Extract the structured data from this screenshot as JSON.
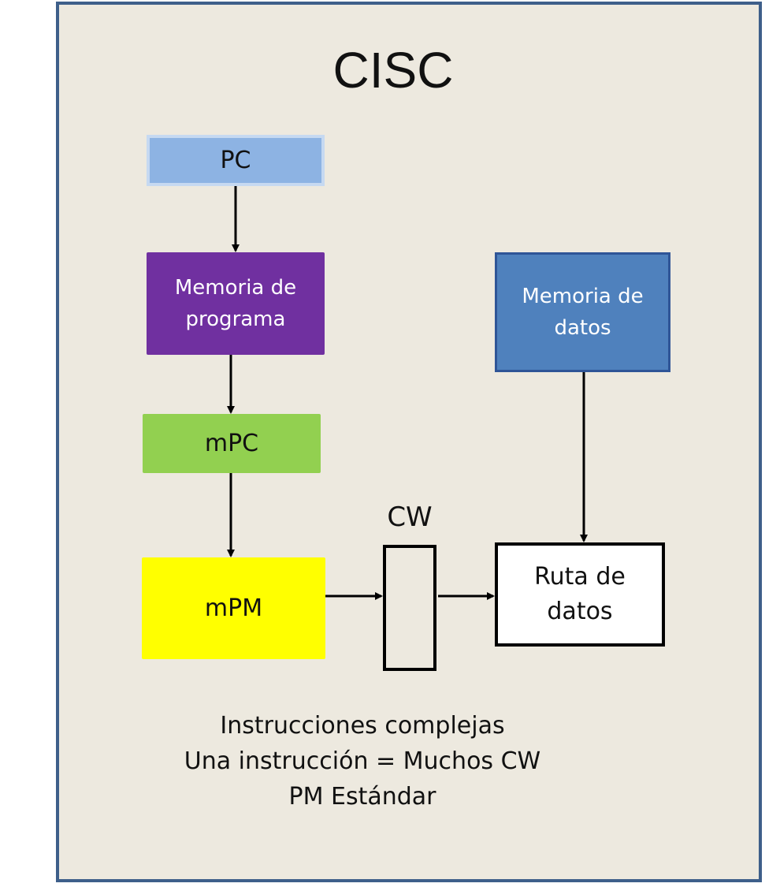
{
  "title": "CISC",
  "blocks": {
    "pc": "PC",
    "program_memory": [
      "Memoria de",
      "programa"
    ],
    "mpc": "mPC",
    "mpm": "mPM",
    "data_memory": [
      "Memoria de",
      "datos"
    ],
    "cw": "CW",
    "datapath": [
      "Ruta de",
      "datos"
    ]
  },
  "notes": [
    "Instrucciones complejas",
    "Una instrucción = Muchos CW",
    "PM Estándar"
  ],
  "colors": {
    "frame_border": "#3e5f8a",
    "background": "#ede9df",
    "pc": "#8db3e3",
    "program_memory": "#7030a0",
    "mpc": "#92d050",
    "mpm": "#ffff00",
    "data_memory": "#4f81bd"
  }
}
